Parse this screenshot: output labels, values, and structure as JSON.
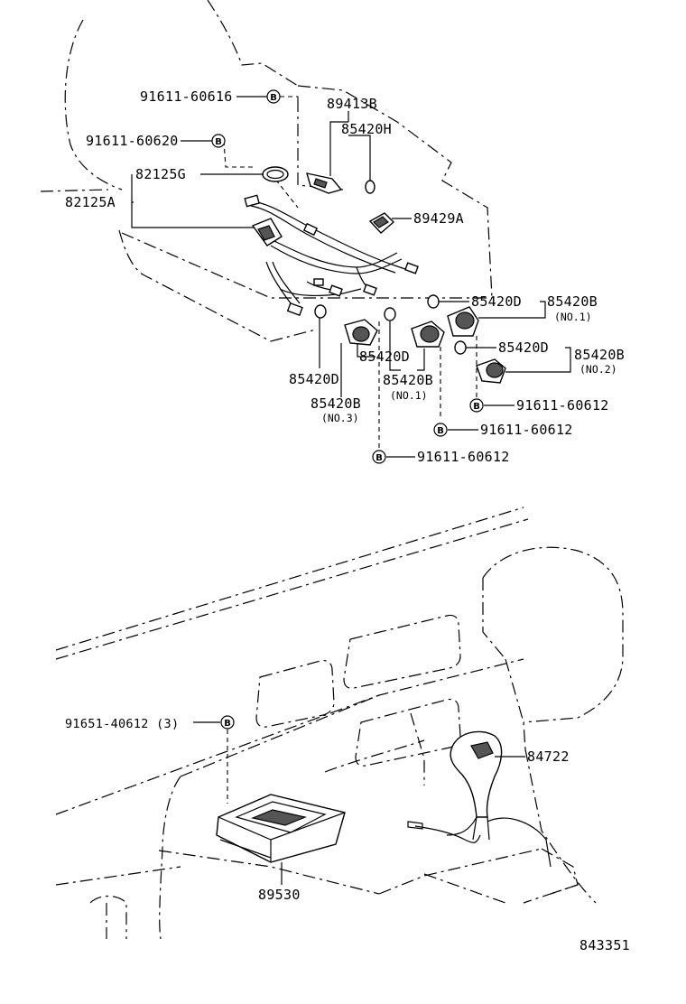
{
  "diagram": {
    "bolt_symbol": "B",
    "drawing_number": "843351",
    "labels": {
      "p91611_60616": "91611-60616",
      "p91611_60620": "91611-60620",
      "p89413B": "89413B",
      "p85420H": "85420H",
      "p82125G": "82125G",
      "p82125A": "82125A",
      "p89429A": "89429A",
      "p85420D_a": "85420D",
      "p85420B_no1": "85420B",
      "no1_a": "(NO.1)",
      "p85420D_b": "85420D",
      "p85420B_no2": "85420B",
      "no2": "(NO.2)",
      "p91611_60612_a": "91611-60612",
      "p91611_60612_b": "91611-60612",
      "p91611_60612_c": "91611-60612",
      "p85420D_c": "85420D",
      "p85420D_d": "85420D",
      "p85420B_c": "85420B",
      "no1_b": "(NO.1)",
      "p85420B_no3": "85420B",
      "no3": "(NO.3)",
      "p91651_40612": "91651-40612 (3)",
      "p84722": "84722",
      "p89530": "89530"
    }
  }
}
